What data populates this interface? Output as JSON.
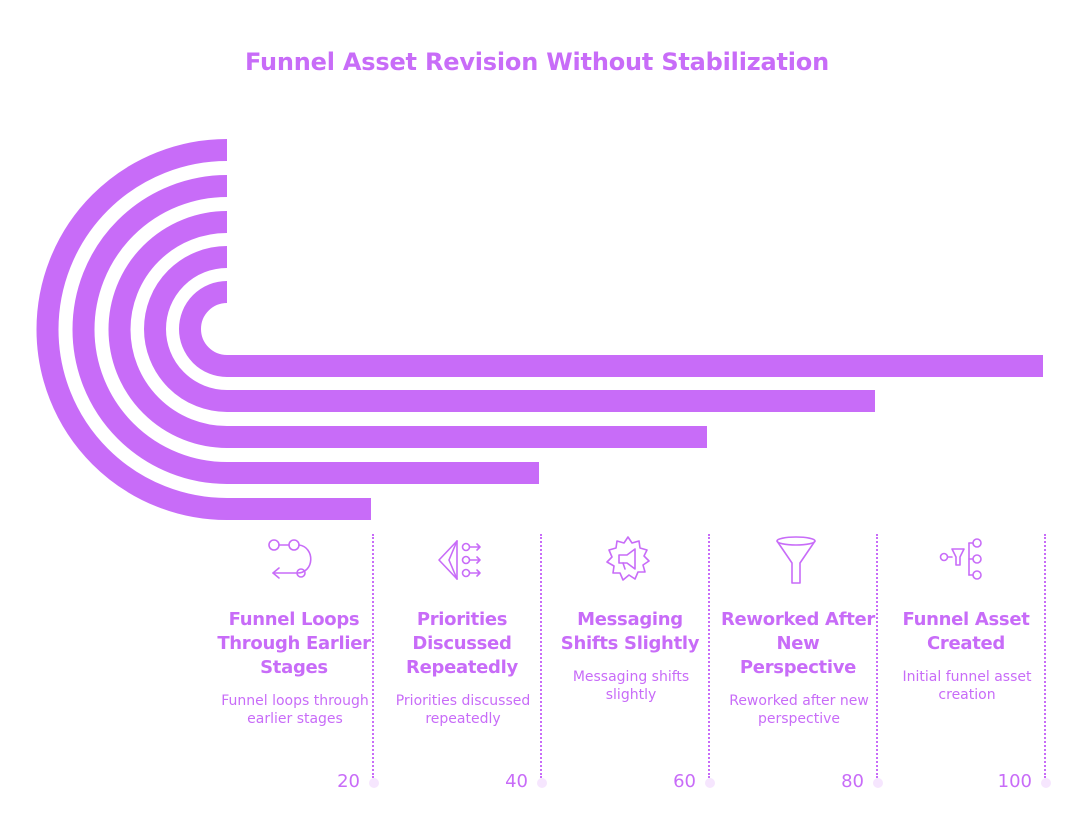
{
  "title": "Funnel Asset Revision Without Stabilization",
  "accent_color": "#c86cf8",
  "stages": [
    {
      "heading": "Funnel Loops Through Earlier Stages",
      "description": "Funnel loops through earlier stages",
      "value": "20",
      "icon": "loop-arrow-icon"
    },
    {
      "heading": "Priorities Discussed Repeatedly",
      "description": "Priorities discussed repeatedly",
      "value": "40",
      "icon": "priority-arrows-icon"
    },
    {
      "heading": "Messaging Shifts Slightly",
      "description": "Messaging shifts slightly",
      "value": "60",
      "icon": "megaphone-gear-icon"
    },
    {
      "heading": "Reworked After New Perspective",
      "description": "Reworked after new perspective",
      "value": "80",
      "icon": "funnel-icon"
    },
    {
      "heading": "Funnel Asset Created",
      "description": "Initial funnel asset creation",
      "value": "100",
      "icon": "funnel-network-icon"
    }
  ]
}
